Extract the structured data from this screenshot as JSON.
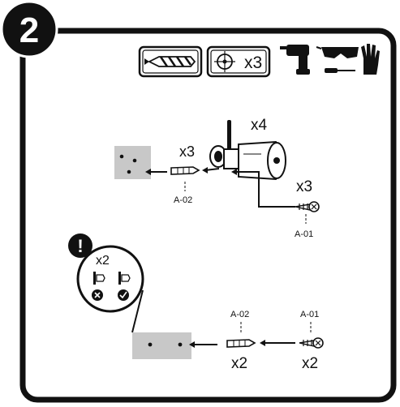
{
  "step": {
    "number": "2"
  },
  "toolbox": {
    "drill_bit_label": "",
    "hole_count": "x3",
    "icons": [
      "drill-bit-icon",
      "target-hole-icon",
      "power-drill-icon",
      "safety-glasses-icon",
      "screwdriver-icon",
      "work-glove-icon"
    ]
  },
  "main_assembly": {
    "camera_count": "x4",
    "anchor_count": "x3",
    "anchor_code": "A-02",
    "screw_count": "x3",
    "screw_code": "A-01"
  },
  "warning": {
    "count": "x2",
    "symbol": "!"
  },
  "bottom_assembly": {
    "anchor_code": "A-02",
    "anchor_count": "x2",
    "screw_code": "A-01",
    "screw_count": "x2"
  },
  "colors": {
    "line": "#111111",
    "wall": "#c8c8c8",
    "background": "#ffffff"
  }
}
